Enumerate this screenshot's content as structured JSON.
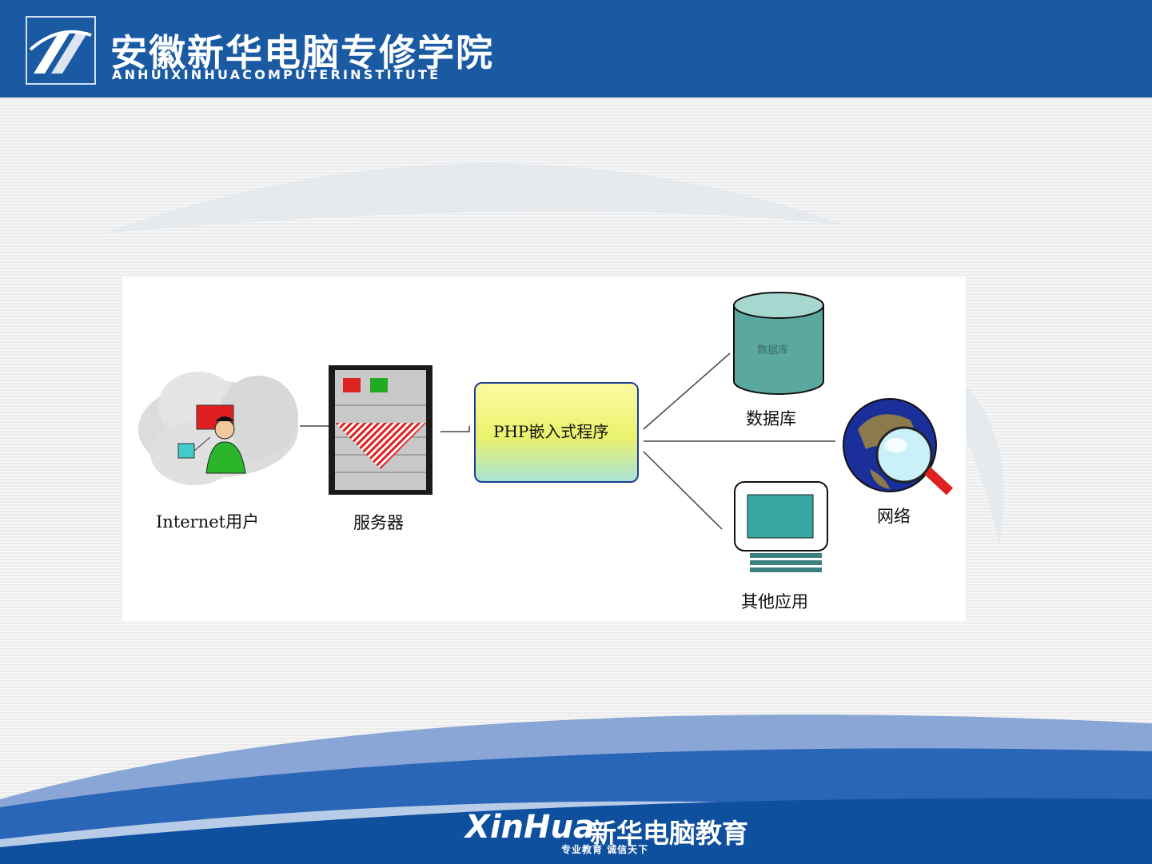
{
  "header": {
    "brand_cn": "安徽新华电脑专修学院",
    "brand_en": "ANHUIXINHUACOMPUTERINSTITUTE",
    "color": "#1a5aa3"
  },
  "diagram": {
    "nodes": {
      "internet_user": "Internet用户",
      "server": "服务器",
      "php": "PHP嵌入式程序",
      "database": "数据库",
      "database_inner": "数据库",
      "network": "网络",
      "other_apps": "其他应用"
    },
    "icons": [
      "user-cloud-icon",
      "server-icon",
      "database-icon",
      "globe-magnifier-icon",
      "monitor-icon"
    ]
  },
  "footer": {
    "logo": "XinHua",
    "name_cn": "新华电脑教育",
    "slogan": "专业教育  诚信天下"
  }
}
